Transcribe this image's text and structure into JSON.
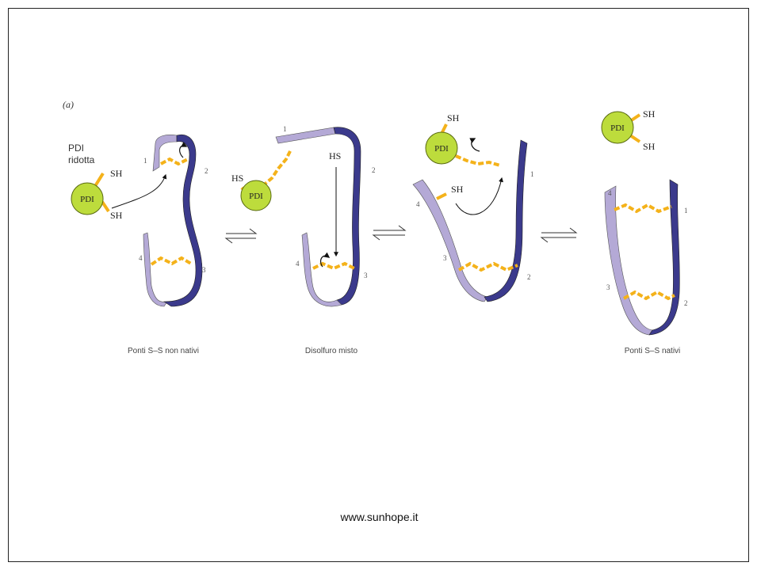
{
  "panel_label": "(a)",
  "colors": {
    "pdi_fill": "#bddc3c",
    "strand_dark": "#3b3a8c",
    "strand_light": "#b4a9d6",
    "bond": "#f4b21a"
  },
  "stage1": {
    "pdi_title_line1": "PDI",
    "pdi_title_line2": "ridotta",
    "pdi_label": "PDI",
    "sh_top": "SH",
    "sh_bottom": "SH",
    "num_1": "1",
    "num_2": "2",
    "num_4": "4",
    "num_3": "3",
    "caption": "Ponti S–S non nativi"
  },
  "stage2": {
    "pdi_label": "PDI",
    "hs_pdi": "HS",
    "hs_chain": "HS",
    "num_1": "1",
    "num_2": "2",
    "num_4": "4",
    "num_3": "3",
    "caption": "Disolfuro misto"
  },
  "stage3": {
    "pdi_label": "PDI",
    "sh_pdi": "SH",
    "sh_chain": "SH",
    "num_1": "1",
    "num_4": "4",
    "num_3": "3",
    "num_2": "2"
  },
  "stage4": {
    "pdi_label": "PDI",
    "sh_top": "SH",
    "sh_bottom": "SH",
    "num_4": "4",
    "num_1": "1",
    "num_3": "3",
    "num_2": "2",
    "caption": "Ponti S–S nativi"
  },
  "footer": "www.sunhope.it"
}
